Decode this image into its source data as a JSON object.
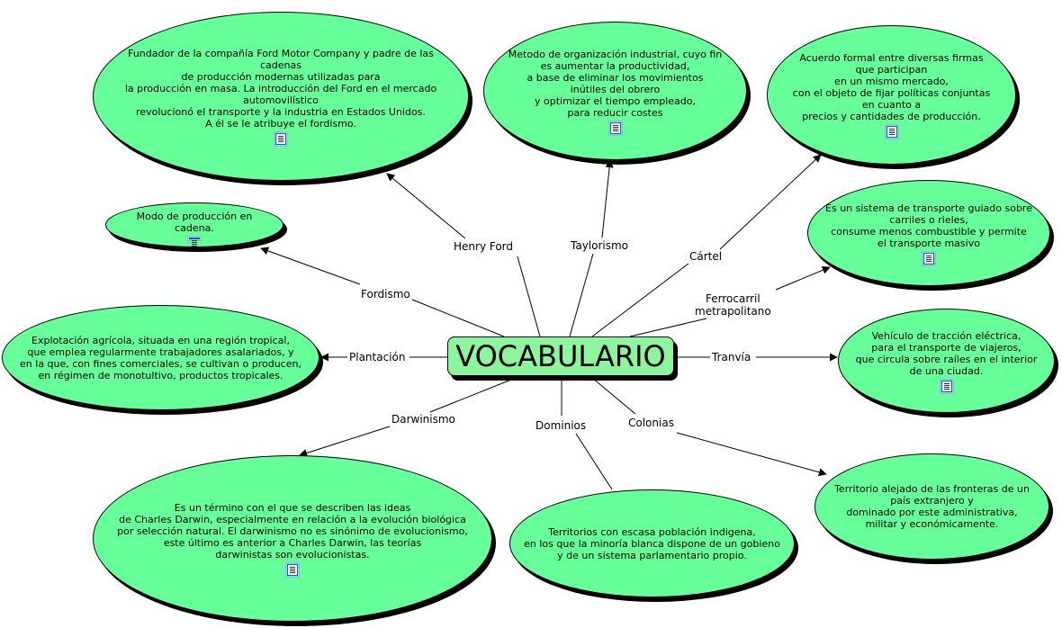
{
  "center": {
    "label": "VOCABULARIO"
  },
  "concepts": [
    {
      "id": "henry_ford",
      "label": "Henry Ford",
      "definition": "Fundador de la compañía Ford Motor Company y padre de las cadenas\nde producción modernas utilizadas para\nla producción en masa. La introducción del Ford en el mercado automovilístico\nrevolucionó el transporte y la industria en Estados Unidos.\nA él se le atribuye el fordismo.",
      "has_doc": true
    },
    {
      "id": "taylorismo",
      "label": "Taylorismo",
      "definition": "Metodo de organización industrial, cuyo fin\nes aumentar la productividad,\na base de eliminar los movimientos\ninútiles del obrero\ny optimizar el tiempo empleado,\npara reducir costes",
      "has_doc": true
    },
    {
      "id": "cartel",
      "label": "Cártel",
      "definition": "Acuerdo formal entre diversas firmas\nque participan\nen un mismo mercado,\ncon el objeto de fijar políticas conjuntas\nen cuanto a\nprecios y cantidades de producción.",
      "has_doc": true
    },
    {
      "id": "fordismo",
      "label": "Fordismo",
      "definition": "Modo de producción en cadena.",
      "has_doc": true
    },
    {
      "id": "ferrocarril",
      "label": "Ferrocarril\nmetrapolitano",
      "definition": "Es un sistema de transporte guiado sobre\ncarriles o rieles,\nconsume menos combustible y permite\nel transporte masivo",
      "has_doc": true
    },
    {
      "id": "plantacion",
      "label": "Plantación",
      "definition": "Explotación agrícola, situada en una región tropical,\nque emplea regularmente trabajadores asalariados, y\nen la que, con fines comerciales, se cultivan o producen,\nen régimen de monotultivo, productos tropicales.",
      "has_doc": false
    },
    {
      "id": "tranvia",
      "label": "Tranvía",
      "definition": "Vehículo de tracción eléctrica,\npara el transporte de viajeros,\nque circula sobre raíles en el interior\nde una ciudad.",
      "has_doc": true
    },
    {
      "id": "darwinismo",
      "label": "Darwinismo",
      "definition": "Es un término con el que se describen las ideas\nde Charles Darwin, especialmente en relación a la evolución biológica\npor selección natural. El darwinismo no es sinónimo de evolucionismo,\neste último es anterior a  Charles Darwin, las teorías\ndarwinistas son evolucionistas.",
      "has_doc": true
    },
    {
      "id": "dominios",
      "label": "Dominios",
      "definition": "Territorios con escasa población indigena,\nen los que la minoría blanca dispone de un gobieno\ny de un sistema parlamentario propio.",
      "has_doc": false
    },
    {
      "id": "colonias",
      "label": "Colonias",
      "definition": "Territorio alejado de las fronteras de un\npaís extranjero y\ndominado por este administrativa,\nmilitar y económicamente.",
      "has_doc": false
    }
  ],
  "colors": {
    "node_fill": "#66ff99",
    "center_fill": "#8df59d",
    "stroke": "#000000"
  },
  "icons": {
    "document": "document-icon"
  }
}
